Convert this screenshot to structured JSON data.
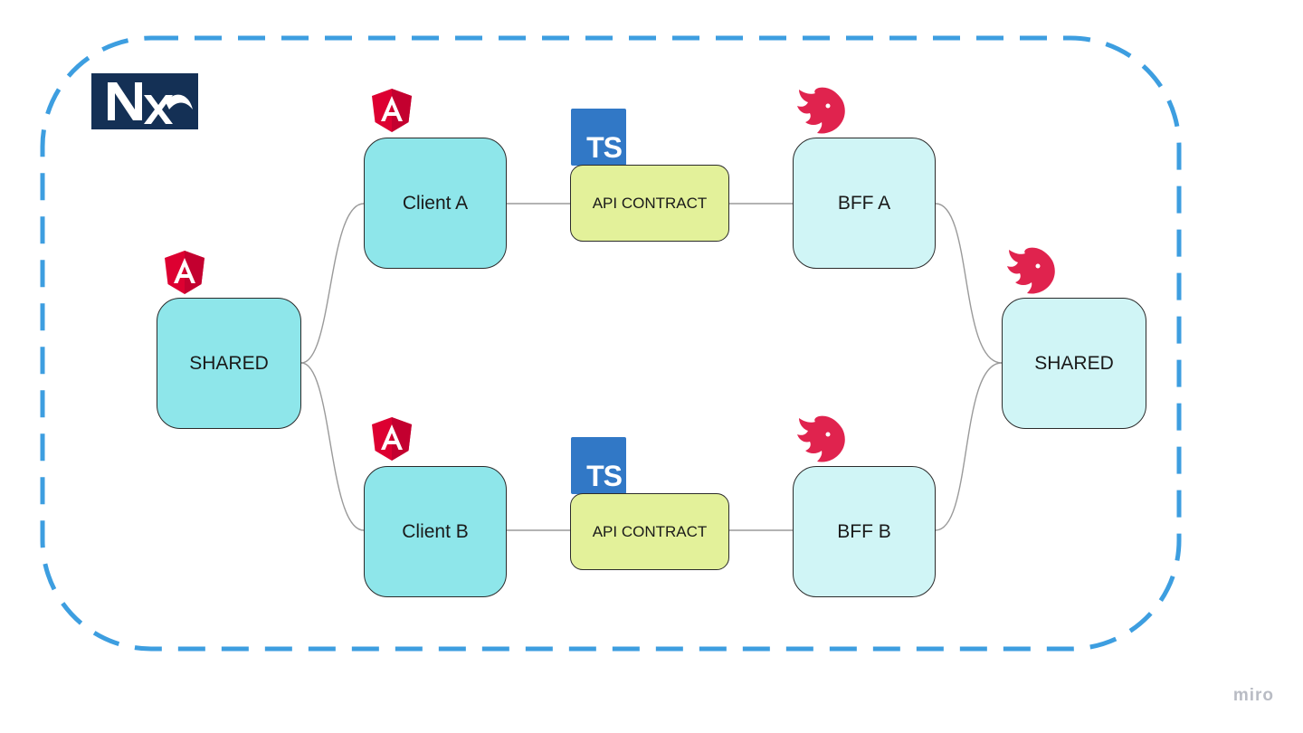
{
  "canvas": {
    "frame_color": "#3d9ee0",
    "connector_color": "#9a9a9a"
  },
  "nodes": {
    "shared_left": {
      "label": "SHARED",
      "framework_icon": "angular-icon"
    },
    "client_a": {
      "label": "Client A",
      "framework_icon": "angular-icon"
    },
    "client_b": {
      "label": "Client B",
      "framework_icon": "angular-icon"
    },
    "contract_a": {
      "label": "API CONTRACT",
      "framework_icon": "typescript-icon"
    },
    "contract_b": {
      "label": "API CONTRACT",
      "framework_icon": "typescript-icon"
    },
    "bff_a": {
      "label": "BFF A",
      "framework_icon": "nestjs-icon"
    },
    "bff_b": {
      "label": "BFF B",
      "framework_icon": "nestjs-icon"
    },
    "shared_right": {
      "label": "SHARED",
      "framework_icon": "nestjs-icon"
    }
  },
  "logos": {
    "nx": {
      "text": "Nx",
      "icon": "nx-logo"
    },
    "typescript": {
      "text": "TS"
    }
  },
  "colors": {
    "client_fill": "#8ee6ea",
    "bff_fill": "#d0f5f6",
    "contract_fill": "#e3f19a",
    "angular_red": "#dd0031",
    "nest_red": "#e0234e",
    "ts_blue": "#3178c6",
    "nx_navy": "#143055"
  },
  "watermark": {
    "text": "miro"
  }
}
